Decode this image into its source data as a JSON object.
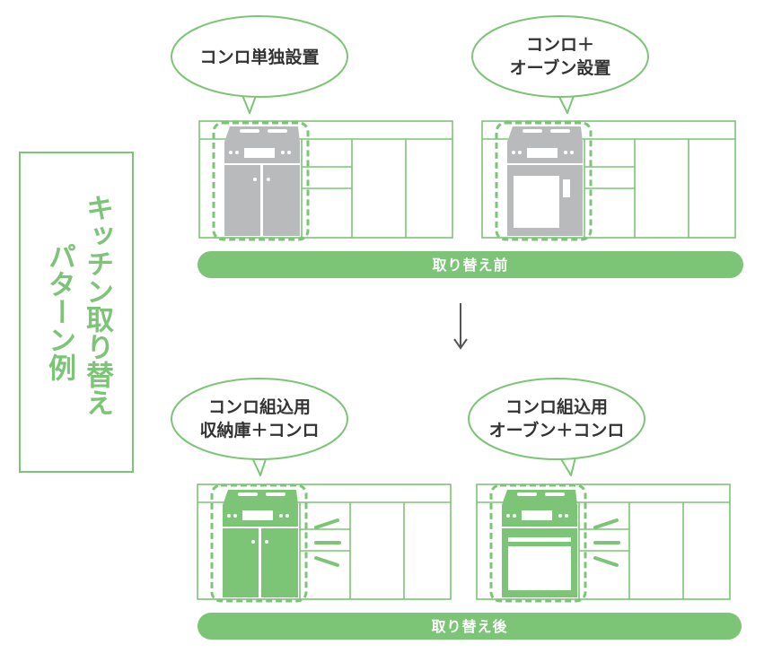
{
  "side_title": {
    "line1": "キッチン取り替え",
    "line2": "パターン例"
  },
  "before": {
    "bar_label": "取り替え前",
    "left_bubble": [
      "コンロ単独設置"
    ],
    "right_bubble": [
      "コンロ＋",
      "オーブン設置"
    ]
  },
  "after": {
    "bar_label": "取り替え後",
    "left_bubble": [
      "コンロ組込用",
      "収納庫＋コンロ"
    ],
    "right_bubble": [
      "コンロ組込用",
      "オーブン＋コンロ"
    ]
  },
  "colors": {
    "green": "#7cc576",
    "appliance_gray": "#b9babc",
    "text": "#333333",
    "arrow": "#555555"
  }
}
